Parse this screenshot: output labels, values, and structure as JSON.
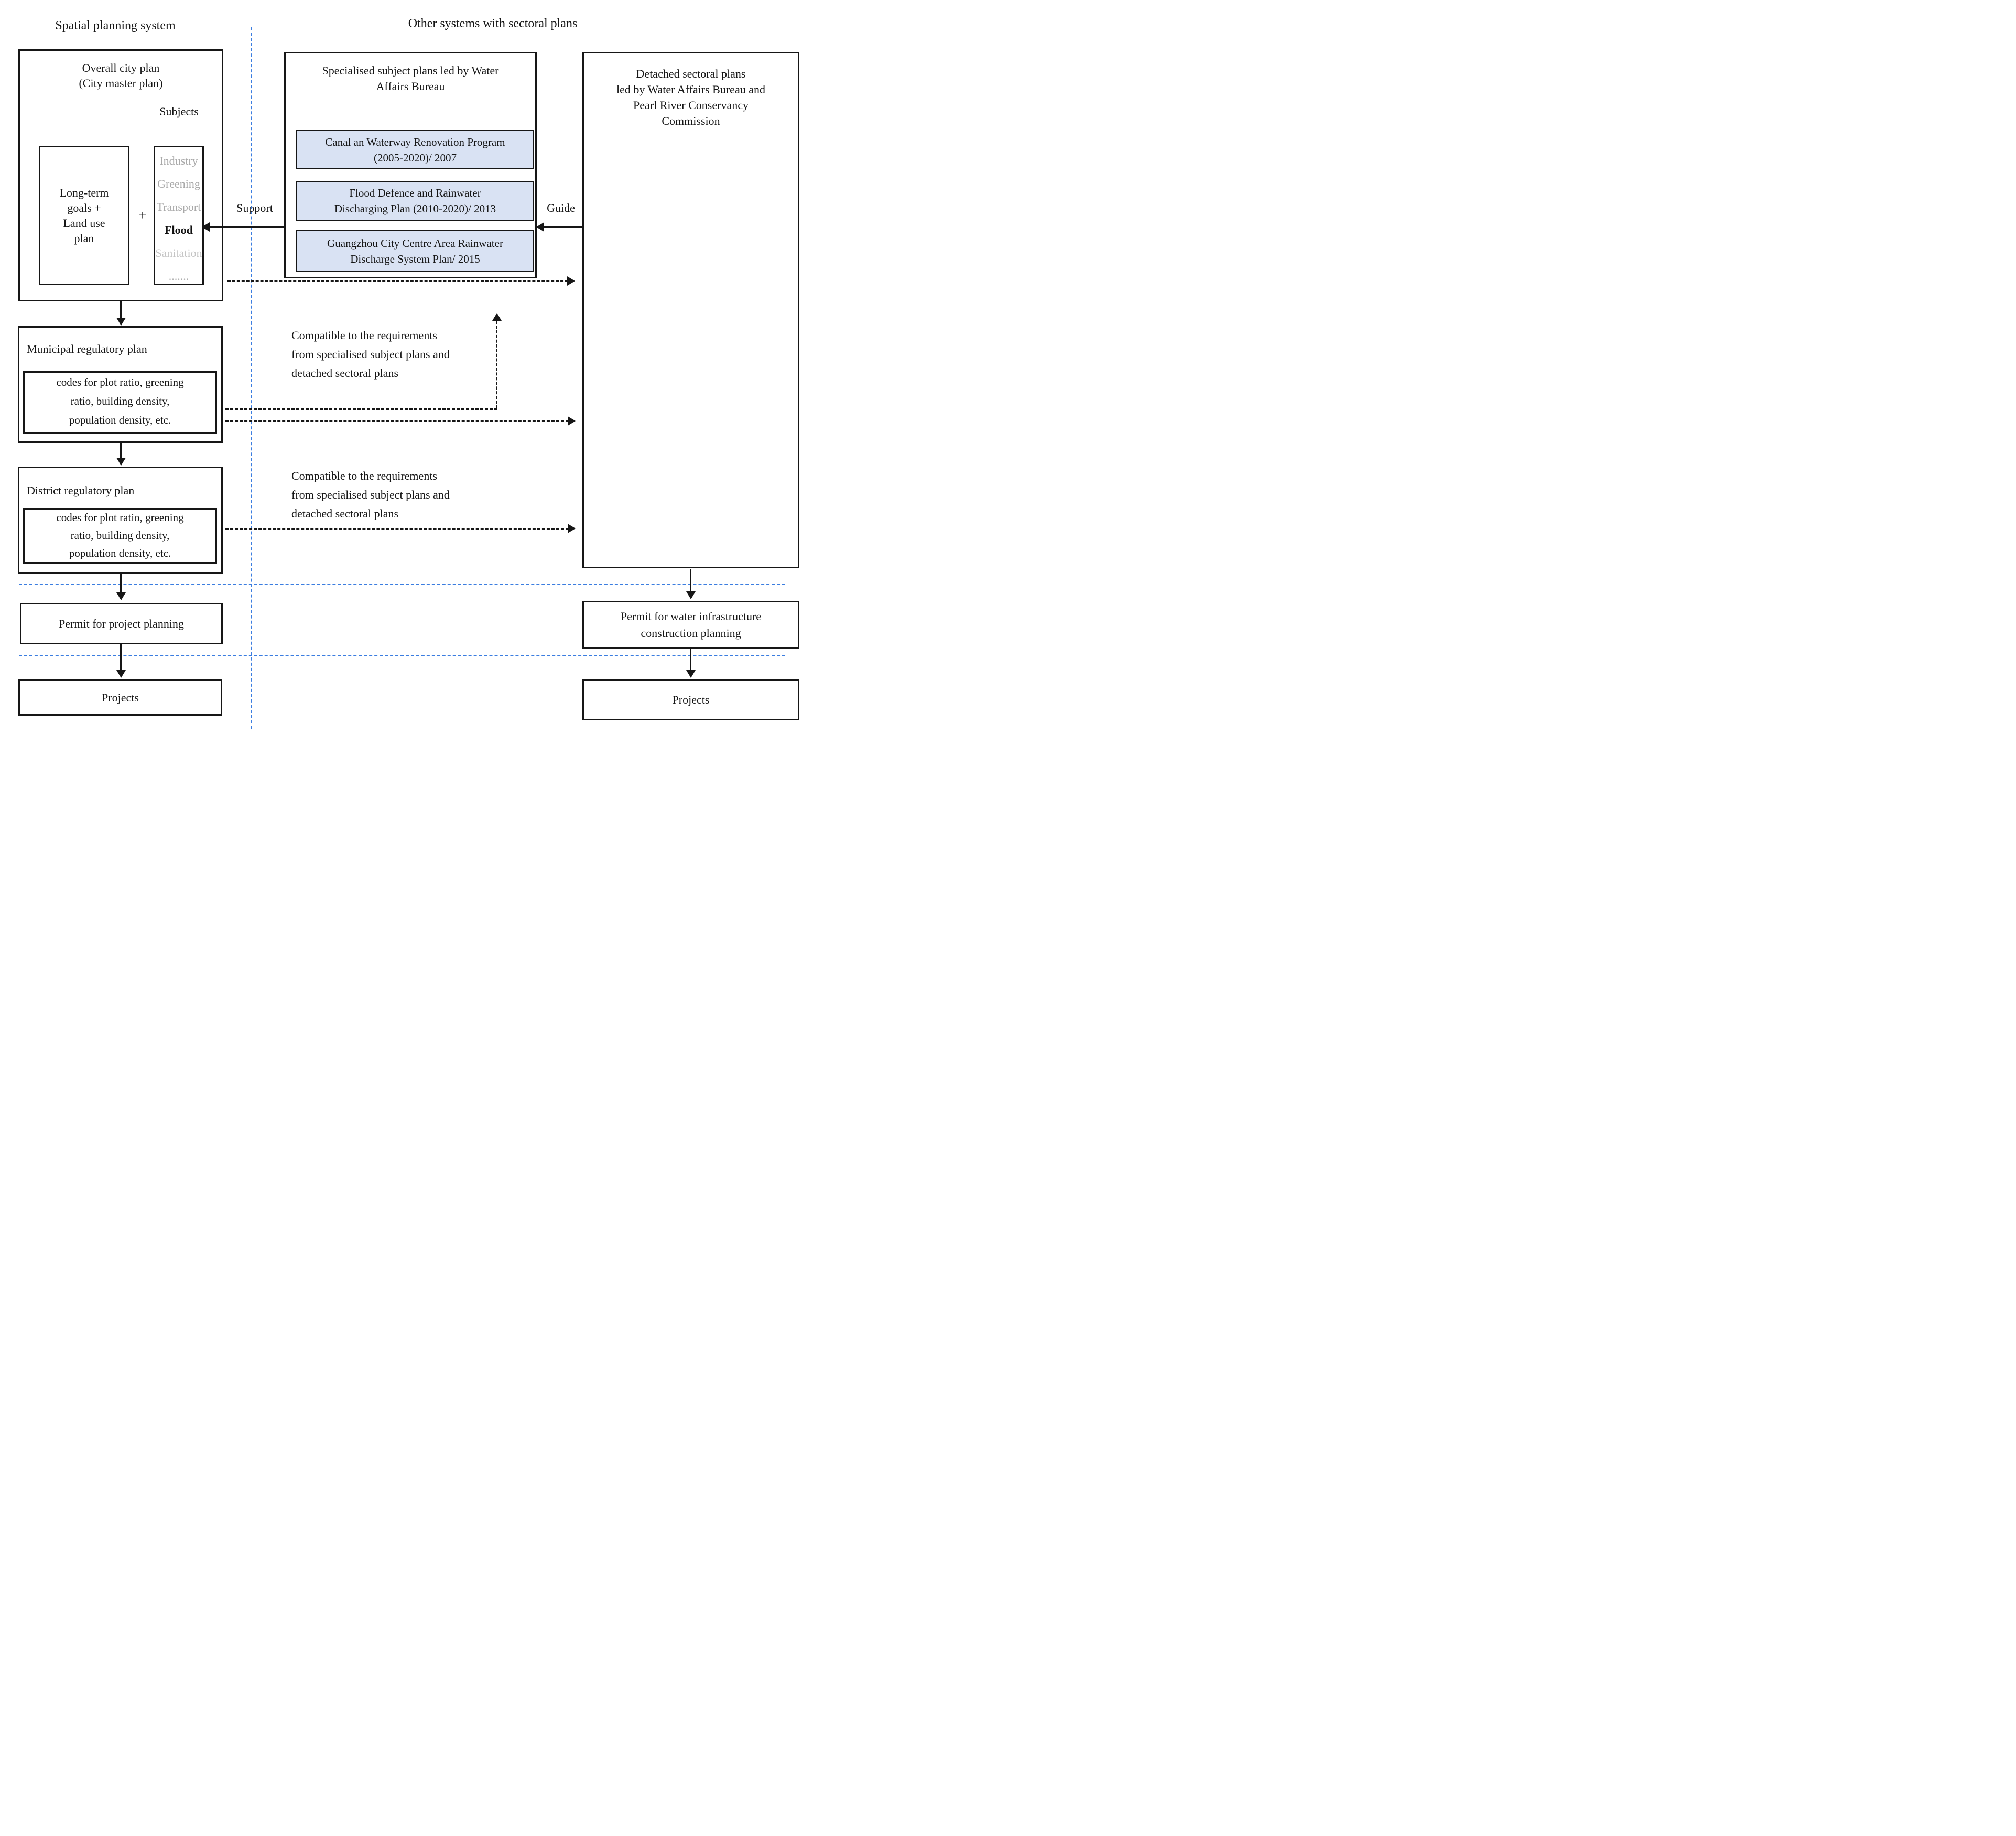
{
  "columns": {
    "left_title": "Spatial planning system",
    "right_title": "Other systems with sectoral plans"
  },
  "overall_plan": {
    "title_line1": "Overall city plan",
    "title_line2": "(City master plan)",
    "subjects_label": "Subjects",
    "goals_lines": [
      "Long-term",
      "goals +",
      "Land use",
      "plan"
    ],
    "plus_sign": "+",
    "subjects": [
      {
        "label": "Industry",
        "emphasis": "muted"
      },
      {
        "label": "Greening",
        "emphasis": "muted"
      },
      {
        "label": "Transport",
        "emphasis": "muted"
      },
      {
        "label": "Flood",
        "emphasis": "bold"
      },
      {
        "label": "Sanitation",
        "emphasis": "lighter"
      },
      {
        "label": ".......",
        "emphasis": "muted"
      }
    ]
  },
  "municipal_plan": {
    "title": "Municipal regulatory plan",
    "codes_lines": [
      "codes for plot ratio, greening",
      "ratio, building density,",
      "population density, etc."
    ]
  },
  "district_plan": {
    "title": "District regulatory plan",
    "codes_lines": [
      "codes for plot ratio, greening",
      "ratio, building density,",
      "population density, etc."
    ]
  },
  "specialised_plans": {
    "title_line1": "Specialised subject plans led by Water",
    "title_line2": "Affairs Bureau",
    "plans": [
      {
        "line1": "Canal an Waterway Renovation Program",
        "line2": "(2005-2020)/ 2007"
      },
      {
        "line1": "Flood Defence and Rainwater",
        "line2": "Discharging Plan (2010-2020)/ 2013"
      },
      {
        "line1": "Guangzhou City Centre Area Rainwater",
        "line2": "Discharge System Plan/ 2015"
      }
    ]
  },
  "detached_plans": {
    "title_line1": "Detached sectoral plans",
    "title_line2": "led by Water Affairs Bureau and",
    "title_line3": "Pearl River Conservancy",
    "title_line4": "Commission"
  },
  "labels": {
    "support": "Support",
    "guide": "Guide",
    "compatible_top": [
      "Compatible  to  the  requirements",
      "from specialised subject plans  and",
      "detached sectoral plans"
    ],
    "compatible_bottom": [
      "Compatible  to  the  requirements",
      "from specialised subject plans  and",
      "detached sectoral plans"
    ]
  },
  "permits": {
    "left": "Permit for project planning",
    "right_line1": "Permit  for water infrastructure",
    "right_line2": "construction planning"
  },
  "projects": {
    "left": "Projects",
    "right": "Projects"
  },
  "colors": {
    "divider_blue": "#3b7de0",
    "plan_fill": "#d9e2f3",
    "ink": "#161616",
    "muted_text": "#a9a9a9"
  }
}
